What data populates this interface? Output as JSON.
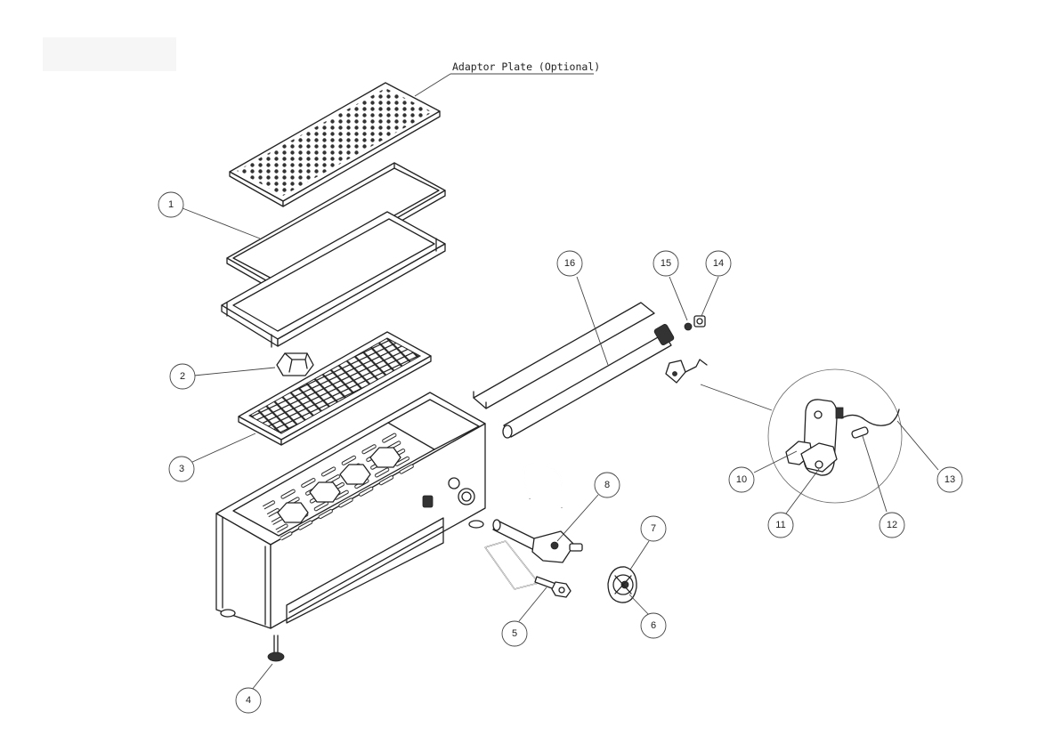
{
  "title": "Adaptor Plate (Optional)",
  "callouts": [
    {
      "label": "1"
    },
    {
      "label": "2"
    },
    {
      "label": "3"
    },
    {
      "label": "4"
    },
    {
      "label": "5"
    },
    {
      "label": "6"
    },
    {
      "label": "7"
    },
    {
      "label": "8"
    },
    {
      "label": "10"
    },
    {
      "label": "11"
    },
    {
      "label": "12"
    },
    {
      "label": "13"
    },
    {
      "label": "14"
    },
    {
      "label": "15"
    },
    {
      "label": "16"
    }
  ]
}
